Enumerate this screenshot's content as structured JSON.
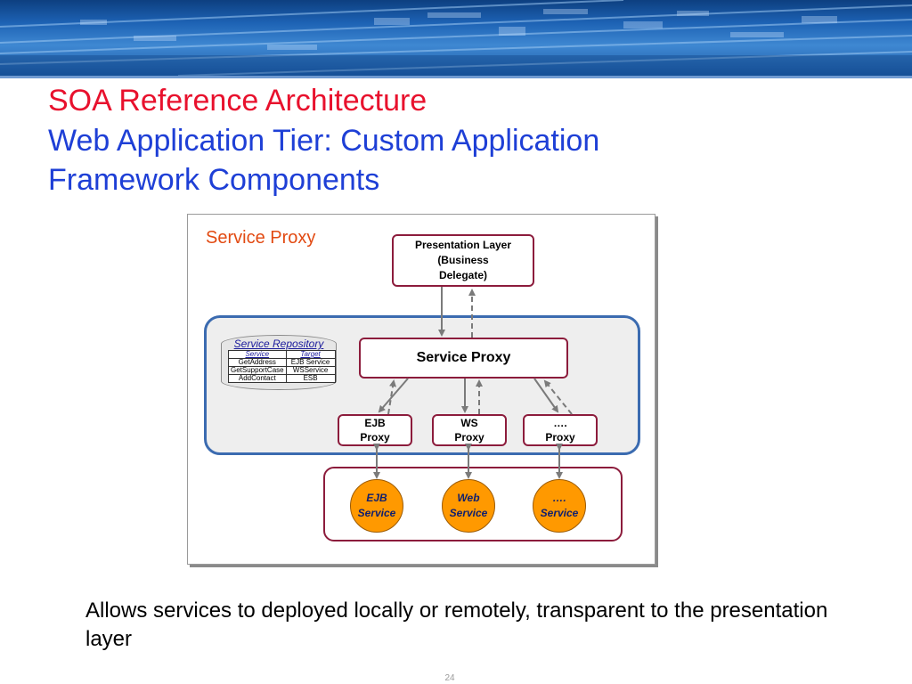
{
  "title_line1": "SOA Reference Architecture",
  "title_line2": "Web Application Tier: Custom Application Framework Components",
  "colors": {
    "title_red": "#e8112d",
    "title_blue": "#1e3fd6",
    "panel_border_blue": "#3b6bb0",
    "box_border": "#8c1c3c",
    "service_fill": "#ff9900"
  },
  "diagram": {
    "label": "Service Proxy",
    "presentation_layer": "Presentation Layer\n(Business\nDelegate)",
    "service_proxy": "Service Proxy",
    "repository": {
      "title": "Service Repository",
      "columns": [
        "Service",
        "Target"
      ],
      "rows": [
        [
          "GetAddress",
          "EJB Service"
        ],
        [
          "GetSupportCase",
          "WSService"
        ],
        [
          "AddContact",
          "ESB"
        ]
      ]
    },
    "proxies": [
      "EJB\nProxy",
      "WS\nProxy",
      "….\nProxy"
    ],
    "services": [
      "EJB\nService",
      "Web\nService",
      "….\nService"
    ]
  },
  "caption": "Allows services to deployed locally or remotely, transparent to the presentation layer",
  "page_number": "24"
}
